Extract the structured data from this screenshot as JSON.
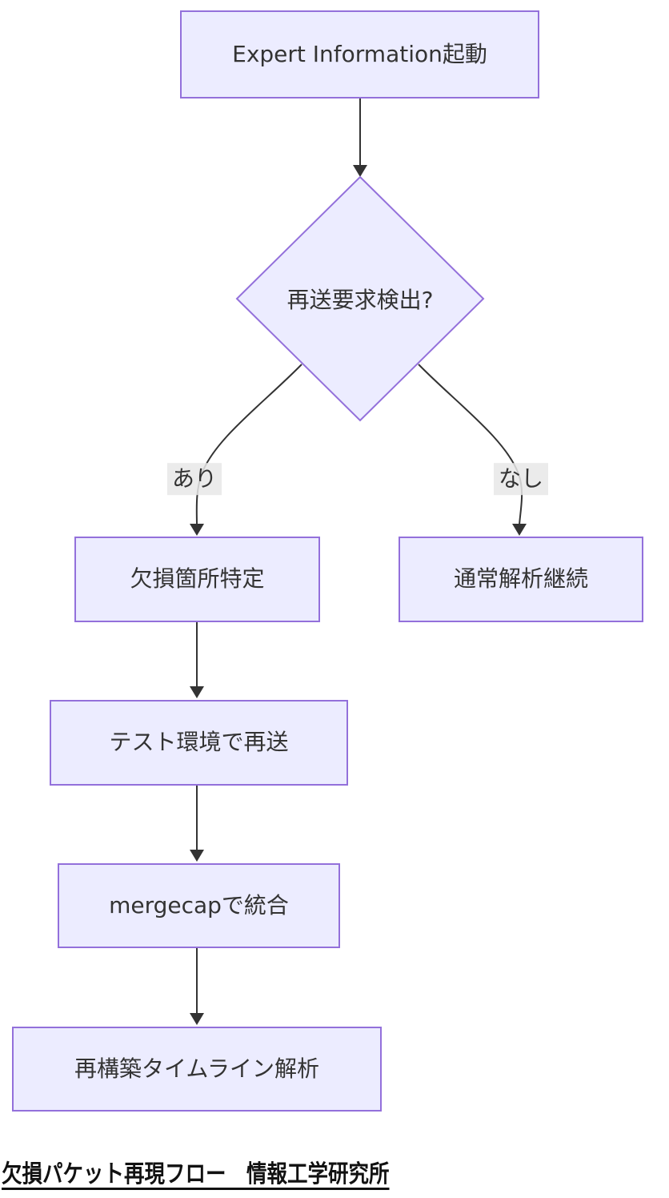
{
  "diagram": {
    "type": "flowchart",
    "direction": "top-down",
    "nodes": [
      {
        "id": "start",
        "shape": "rect",
        "label": "Expert Information起動"
      },
      {
        "id": "decision",
        "shape": "diamond",
        "label": "再送要求検出?"
      },
      {
        "id": "identify",
        "shape": "rect",
        "label": "欠損箇所特定"
      },
      {
        "id": "continue",
        "shape": "rect",
        "label": "通常解析継続"
      },
      {
        "id": "resend",
        "shape": "rect",
        "label": "テスト環境で再送"
      },
      {
        "id": "merge",
        "shape": "rect",
        "label": "mergecapで統合"
      },
      {
        "id": "analyze",
        "shape": "rect",
        "label": "再構築タイムライン解析"
      }
    ],
    "edges": [
      {
        "from": "start",
        "to": "decision",
        "label": ""
      },
      {
        "from": "decision",
        "to": "identify",
        "label": "あり"
      },
      {
        "from": "decision",
        "to": "continue",
        "label": "なし"
      },
      {
        "from": "identify",
        "to": "resend",
        "label": ""
      },
      {
        "from": "resend",
        "to": "merge",
        "label": ""
      },
      {
        "from": "merge",
        "to": "analyze",
        "label": ""
      }
    ],
    "caption": "欠損パケット再現フロー　情報工学研究所",
    "colors": {
      "node_fill": "#ECECFF",
      "node_border": "#9370DB",
      "edge_line": "#333333",
      "node_text": "#333333",
      "edge_label_bg": "#e8e8e8",
      "background": "#ffffff"
    }
  }
}
